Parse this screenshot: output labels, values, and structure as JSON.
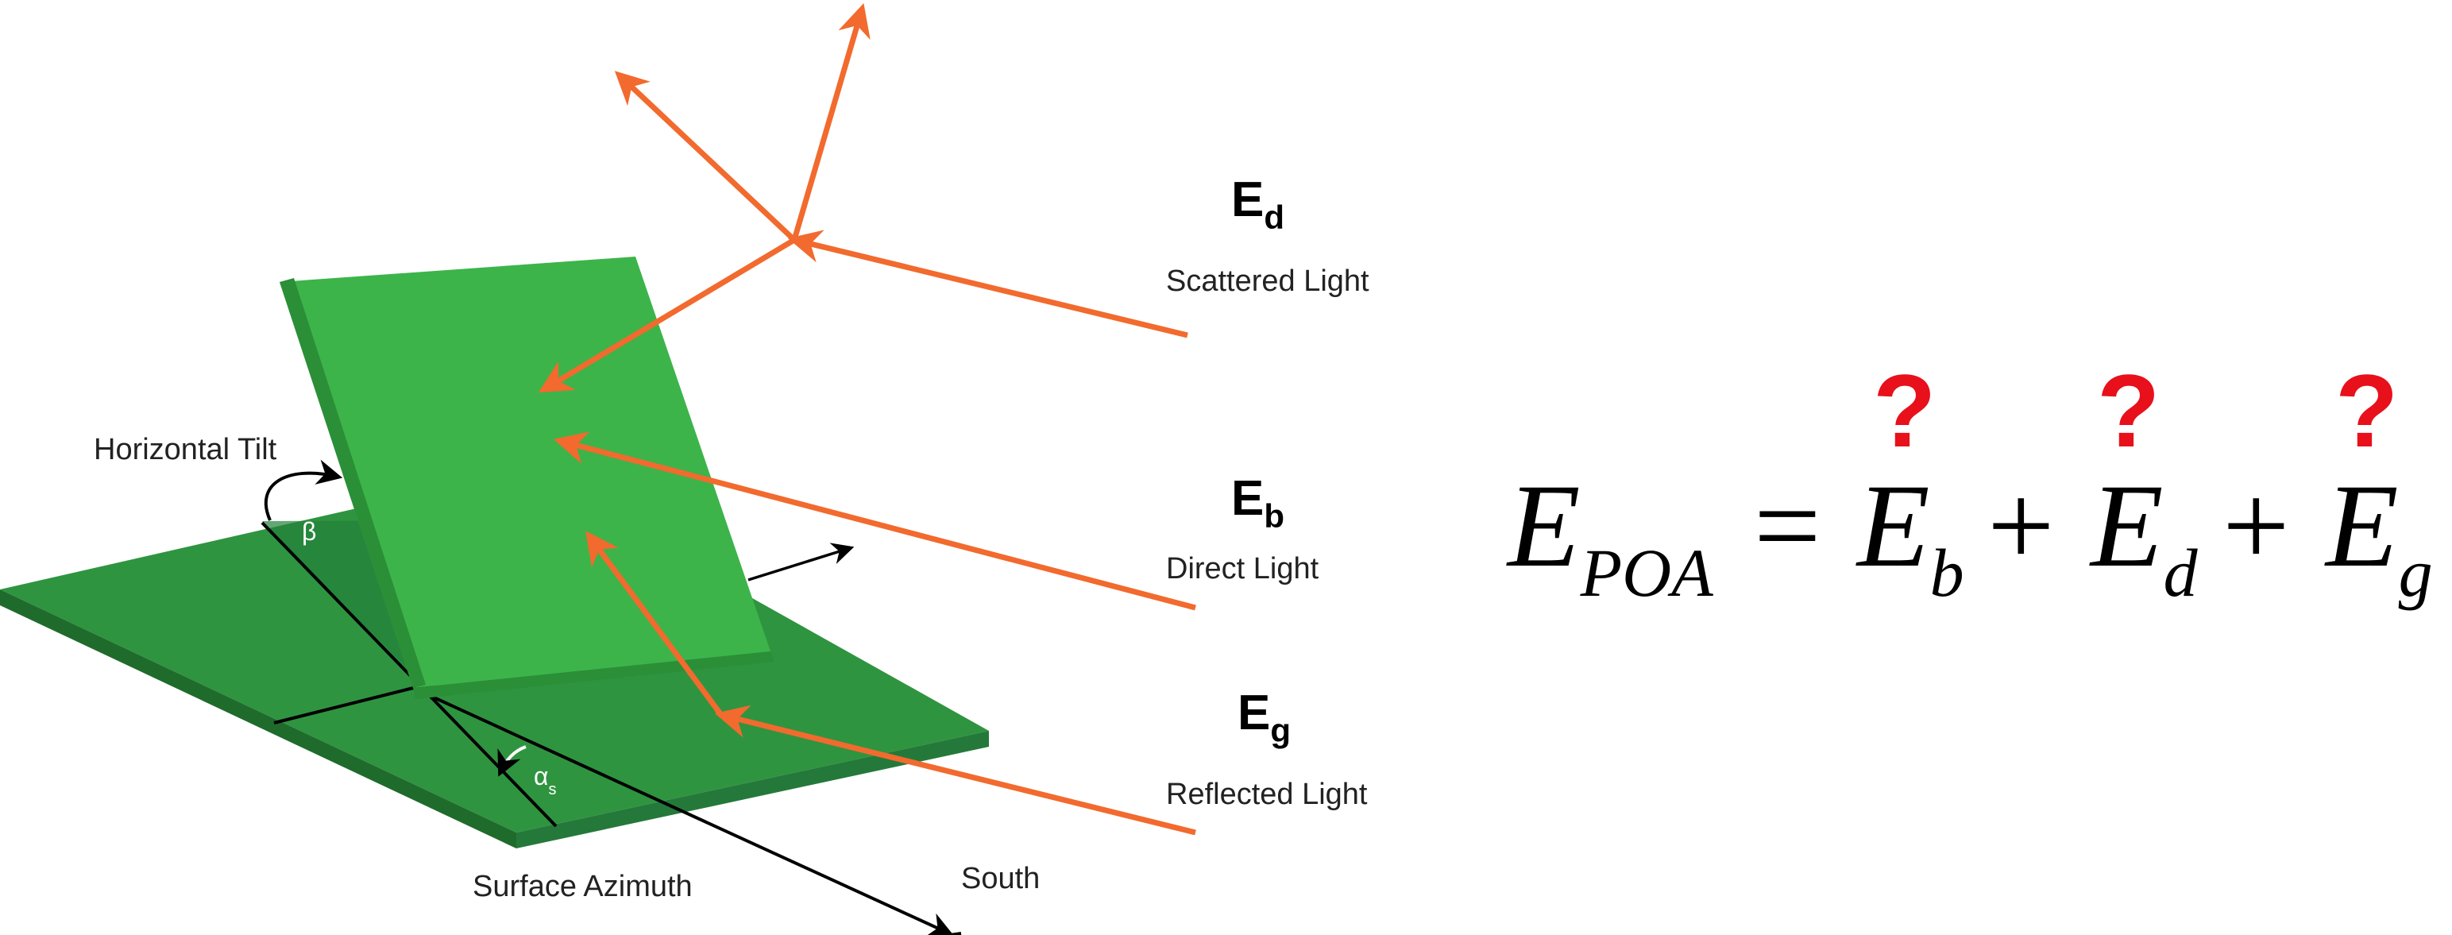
{
  "diagram": {
    "labels": {
      "horizontal_tilt": "Horizontal Tilt",
      "beta": "β",
      "alpha": "α",
      "alpha_sub": "s",
      "surface_azimuth": "Surface Azimuth",
      "south": "South"
    },
    "components": [
      {
        "symbol": "E",
        "sub": "d",
        "caption": "Scattered Light"
      },
      {
        "symbol": "E",
        "sub": "b",
        "caption": "Direct Light"
      },
      {
        "symbol": "E",
        "sub": "g",
        "caption": "Reflected Light"
      }
    ],
    "colors": {
      "panel": "#3cb44a",
      "panel_edge": "#2b8f37",
      "ground": "#2f9440",
      "ground_dark": "#1f6b2c",
      "ray": "#f26a2e",
      "question": "#e8101a"
    }
  },
  "equation": {
    "lhs": "E",
    "lhs_sub": "POA",
    "equals": "=",
    "plus": "+",
    "terms": [
      {
        "base": "E",
        "sub": "b",
        "mark": "?"
      },
      {
        "base": "E",
        "sub": "d",
        "mark": "?"
      },
      {
        "base": "E",
        "sub": "g",
        "mark": "?"
      }
    ]
  }
}
